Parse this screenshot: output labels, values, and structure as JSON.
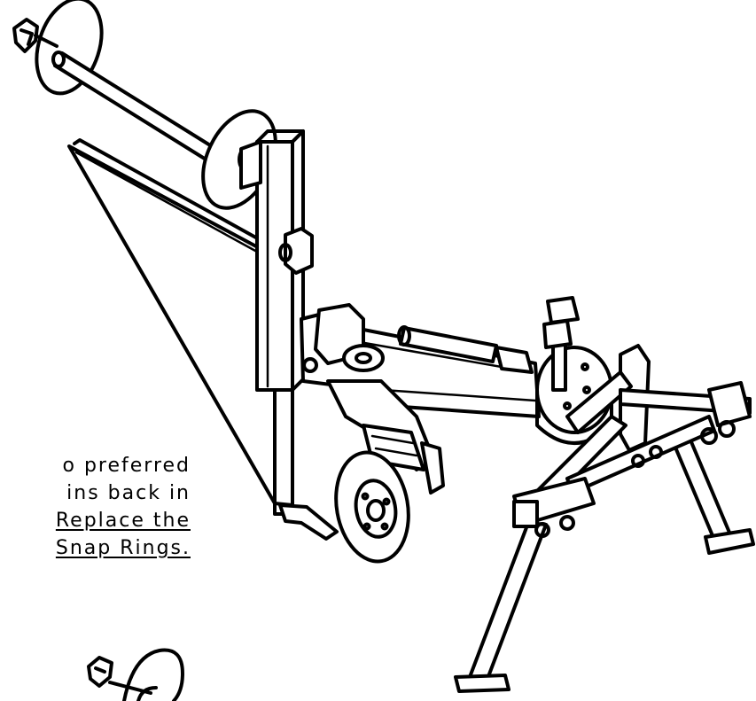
{
  "caption": {
    "line1": "o preferred",
    "line2": "ins back in",
    "line3": "Replace the",
    "line4": "Snap Rings."
  }
}
